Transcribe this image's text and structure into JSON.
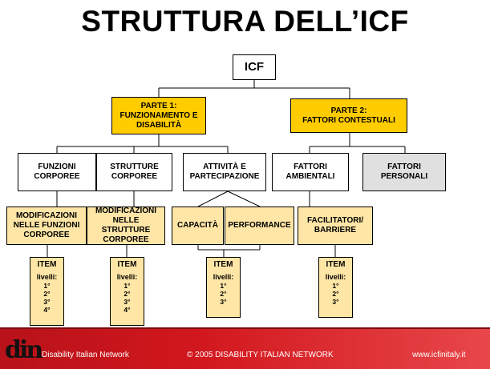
{
  "title": "STRUTTURA DELL’ICF",
  "root": "ICF",
  "parts": [
    {
      "l1": "PARTE 1:",
      "l2": "FUNZIONAMENTO E",
      "l3": "DISABILITÀ"
    },
    {
      "l1": "PARTE 2:",
      "l2": "FATTORI CONTESTUALI"
    }
  ],
  "components": [
    {
      "l1": "FUNZIONI",
      "l2": "CORPOREE"
    },
    {
      "l1": "STRUTTURE",
      "l2": "CORPOREE"
    },
    {
      "l1": "ATTIVITÀ E",
      "l2": "PARTECIPAZIONE"
    },
    {
      "l1": "FATTORI",
      "l2": "AMBIENTALI"
    },
    {
      "l1": "FATTORI",
      "l2": "PERSONALI"
    }
  ],
  "constructs": [
    {
      "l1": "MODIFICAZIONI",
      "l2": "NELLE FUNZIONI",
      "l3": "CORPOREE"
    },
    {
      "l1": "MODIFICAZIONI",
      "l2": "NELLE STRUTTURE",
      "l3": "CORPOREE"
    },
    {
      "l1": "CAPACITÀ"
    },
    {
      "l1": "PERFORMANCE"
    },
    {
      "l1": "FACILITATORI/",
      "l2": "BARRIERE"
    }
  ],
  "items": [
    {
      "item": "ITEM",
      "levels_label": "livelli:",
      "levels": [
        "1°",
        "2°",
        "3°",
        "4°"
      ]
    },
    {
      "item": "ITEM",
      "levels_label": "livelli:",
      "levels": [
        "1°",
        "2°",
        "3°",
        "4°"
      ]
    },
    {
      "item": "ITEM",
      "levels_label": "livelli:",
      "levels": [
        "1°",
        "2°",
        "3°"
      ]
    },
    {
      "item": "ITEM",
      "levels_label": "livelli:",
      "levels": [
        "1°",
        "2°",
        "3°"
      ]
    }
  ],
  "footer": {
    "logo": "din",
    "left": "Disability Italian Network",
    "center": "© 2005 DISABILITY ITALIAN NETWORK",
    "right": "www.icfinitaly.it"
  },
  "colors": {
    "part_fill": "#ffcc00",
    "construct_fill": "#ffe6a6",
    "personal_fill": "#e0e0e0",
    "footer_red": "#d1171d"
  }
}
